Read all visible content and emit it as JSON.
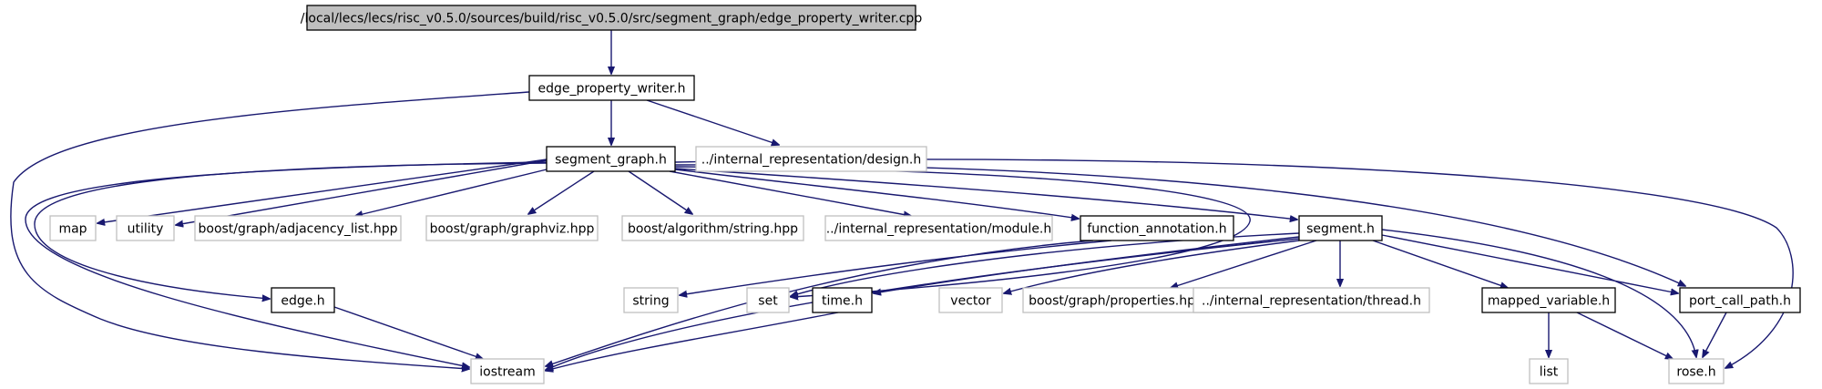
{
  "diagram": {
    "type": "include-dependency-graph",
    "colors": {
      "edge": "#191970",
      "root_fill": "#bfbfbf",
      "documented_border": "#000000",
      "undocumented_border": "#bfbfbf",
      "text": "#000000"
    },
    "nodes": {
      "root": "/local/lecs/lecs/risc_v0.5.0/sources/build/risc_v0.5.0/src/segment_graph/edge_property_writer.cpp",
      "edge_property_writer_h": "edge_property_writer.h",
      "segment_graph_h": "segment_graph.h",
      "design_h": "../internal_representation/design.h",
      "map": "map",
      "utility": "utility",
      "adjacency_list_hpp": "boost/graph/adjacency_list.hpp",
      "graphviz_hpp": "boost/graph/graphviz.hpp",
      "string_hpp": "boost/algorithm/string.hpp",
      "module_h": "../internal_representation/module.h",
      "function_annotation_h": "function_annotation.h",
      "segment_h": "segment.h",
      "edge_h": "edge.h",
      "string": "string",
      "set": "set",
      "time_h": "time.h",
      "vector": "vector",
      "properties_hpp": "boost/graph/properties.hpp",
      "thread_h": "../internal_representation/thread.h",
      "mapped_variable_h": "mapped_variable.h",
      "port_call_path_h": "port_call_path.h",
      "iostream": "iostream",
      "list": "list",
      "rose_h": "rose.h"
    },
    "edges": [
      [
        "root",
        "edge_property_writer_h"
      ],
      [
        "edge_property_writer_h",
        "segment_graph_h"
      ],
      [
        "edge_property_writer_h",
        "design_h"
      ],
      [
        "edge_property_writer_h",
        "iostream"
      ],
      [
        "segment_graph_h",
        "map"
      ],
      [
        "segment_graph_h",
        "utility"
      ],
      [
        "segment_graph_h",
        "adjacency_list_hpp"
      ],
      [
        "segment_graph_h",
        "graphviz_hpp"
      ],
      [
        "segment_graph_h",
        "string_hpp"
      ],
      [
        "segment_graph_h",
        "module_h"
      ],
      [
        "segment_graph_h",
        "function_annotation_h"
      ],
      [
        "segment_graph_h",
        "segment_h"
      ],
      [
        "segment_graph_h",
        "edge_h"
      ],
      [
        "segment_graph_h",
        "iostream"
      ],
      [
        "segment_graph_h",
        "set"
      ],
      [
        "segment_graph_h",
        "port_call_path_h"
      ],
      [
        "segment_graph_h",
        "rose_h"
      ],
      [
        "function_annotation_h",
        "string"
      ],
      [
        "function_annotation_h",
        "iostream"
      ],
      [
        "segment_h",
        "set"
      ],
      [
        "segment_h",
        "time_h"
      ],
      [
        "segment_h",
        "vector"
      ],
      [
        "segment_h",
        "properties_hpp"
      ],
      [
        "segment_h",
        "thread_h"
      ],
      [
        "segment_h",
        "mapped_variable_h"
      ],
      [
        "segment_h",
        "port_call_path_h"
      ],
      [
        "segment_h",
        "rose_h"
      ],
      [
        "segment_h",
        "iostream"
      ],
      [
        "edge_h",
        "iostream"
      ],
      [
        "time_h",
        "iostream"
      ],
      [
        "mapped_variable_h",
        "list"
      ],
      [
        "mapped_variable_h",
        "rose_h"
      ],
      [
        "port_call_path_h",
        "rose_h"
      ]
    ]
  }
}
